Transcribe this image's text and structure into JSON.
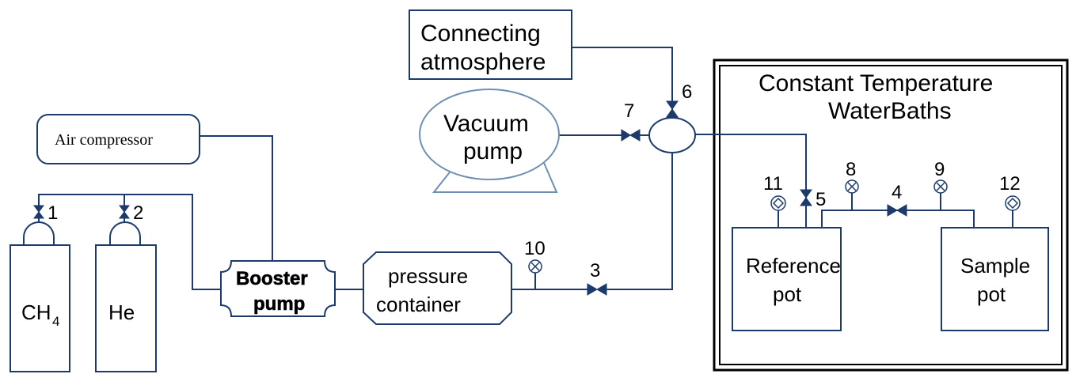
{
  "labels": {
    "connecting_atmosphere_1": "Connecting",
    "connecting_atmosphere_2": "atmosphere",
    "constant_temp_1": "Constant Temperature",
    "constant_temp_2": "WaterBaths",
    "vacuum_pump_1": "Vacuum",
    "vacuum_pump_2": "pump",
    "air_compressor": "Air compressor",
    "booster_pump_1": "Booster",
    "booster_pump_2": "pump",
    "pressure_container_1": "pressure",
    "pressure_container_2": "container",
    "reference_pot_1": "Reference",
    "reference_pot_2": "pot",
    "sample_pot_1": "Sample",
    "sample_pot_2": "pot",
    "ch4_main": "CH",
    "ch4_sub": "4",
    "he": "He"
  },
  "numbers": {
    "v1": "1",
    "v2": "2",
    "v3": "3",
    "v4": "4",
    "v5": "5",
    "v6": "6",
    "v7": "7",
    "g8": "8",
    "g9": "9",
    "g10": "10",
    "g11": "11",
    "g12": "12"
  },
  "colors": {
    "line": "#1c3a6b",
    "text": "#000000"
  }
}
